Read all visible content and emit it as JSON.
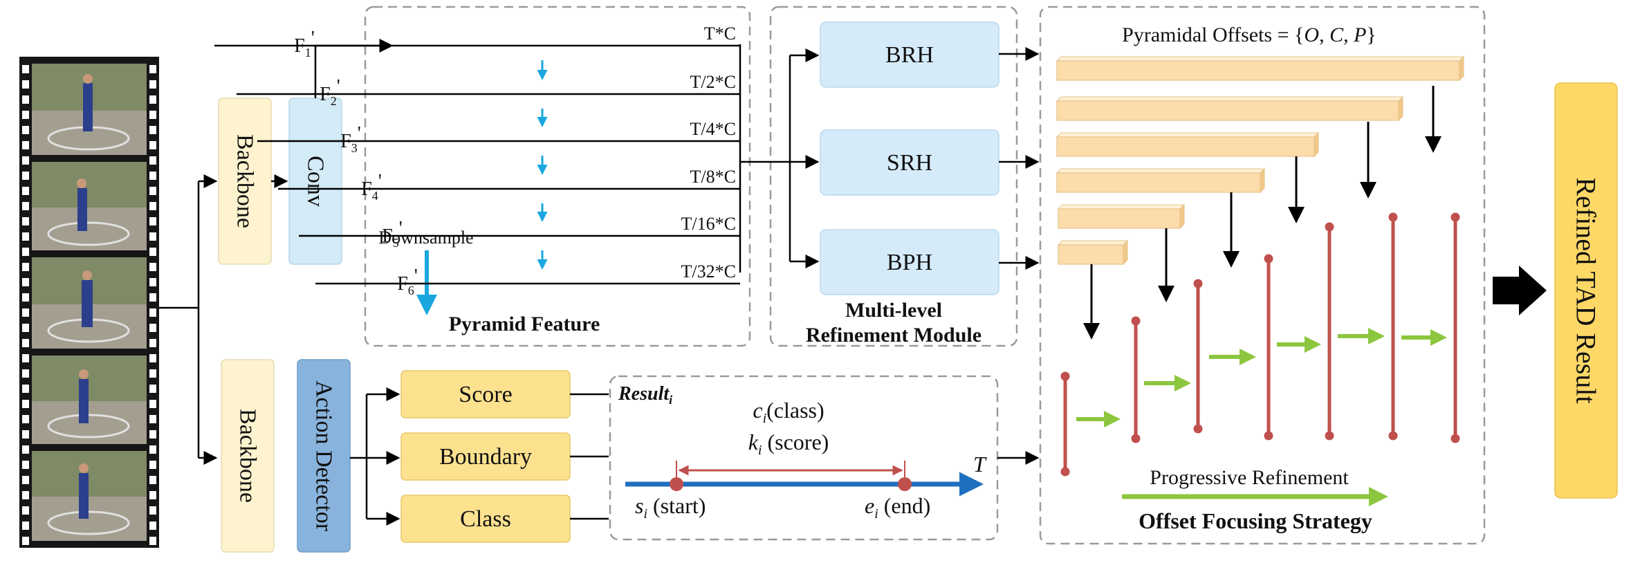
{
  "backbone_label": "Backbone",
  "conv_label": "Conv",
  "action_detector_label": "Action Detector",
  "pyramid": {
    "title": "Pyramid Feature",
    "downsample_label": "Downsample",
    "levels": [
      {
        "name": "F",
        "sub": "1",
        "shape": "T*C"
      },
      {
        "name": "F",
        "sub": "2",
        "shape": "T/2*C"
      },
      {
        "name": "F",
        "sub": "3",
        "shape": "T/4*C"
      },
      {
        "name": "F",
        "sub": "4",
        "shape": "T/8*C"
      },
      {
        "name": "F",
        "sub": "5",
        "shape": "T/16*C"
      },
      {
        "name": "F",
        "sub": "6",
        "shape": "T/32*C"
      }
    ]
  },
  "refinement": {
    "title_line1": "Multi-level",
    "title_line2": "Refinement Module",
    "heads": [
      "BRH",
      "SRH",
      "BPH"
    ]
  },
  "detector_outputs": [
    "Score",
    "Boundary",
    "Class"
  ],
  "result": {
    "label": "Result",
    "label_sub": "i",
    "class_var": "c",
    "class_text": "(class)",
    "score_var": "k",
    "score_text": "(score)",
    "axis_label": "T",
    "start_var": "s",
    "start_text": "(start)",
    "end_var": "e",
    "end_text": "(end)",
    "var_sub": "i"
  },
  "offset": {
    "formula": "Pyramidal Offsets = {O, C, P}",
    "progressive_label": "Progressive Refinement",
    "title": "Offset Focusing Strategy"
  },
  "output_label": "Refined TAD Result",
  "colors": {
    "feature_fill": "#fbdcaa",
    "detector_fill": "#fce18f",
    "backbone_fill": "#fdf3cf",
    "conv_fill": "#d3ebf6",
    "head_fill": "#d5ebfa",
    "action_fill": "#88b3dc",
    "refined_fill": "#fed866",
    "timeline_blue": "#1f6fbf",
    "cyan_arrow": "#1aa7e0",
    "red_bar": "#c0504d",
    "green_arrow": "#8cc63f"
  }
}
